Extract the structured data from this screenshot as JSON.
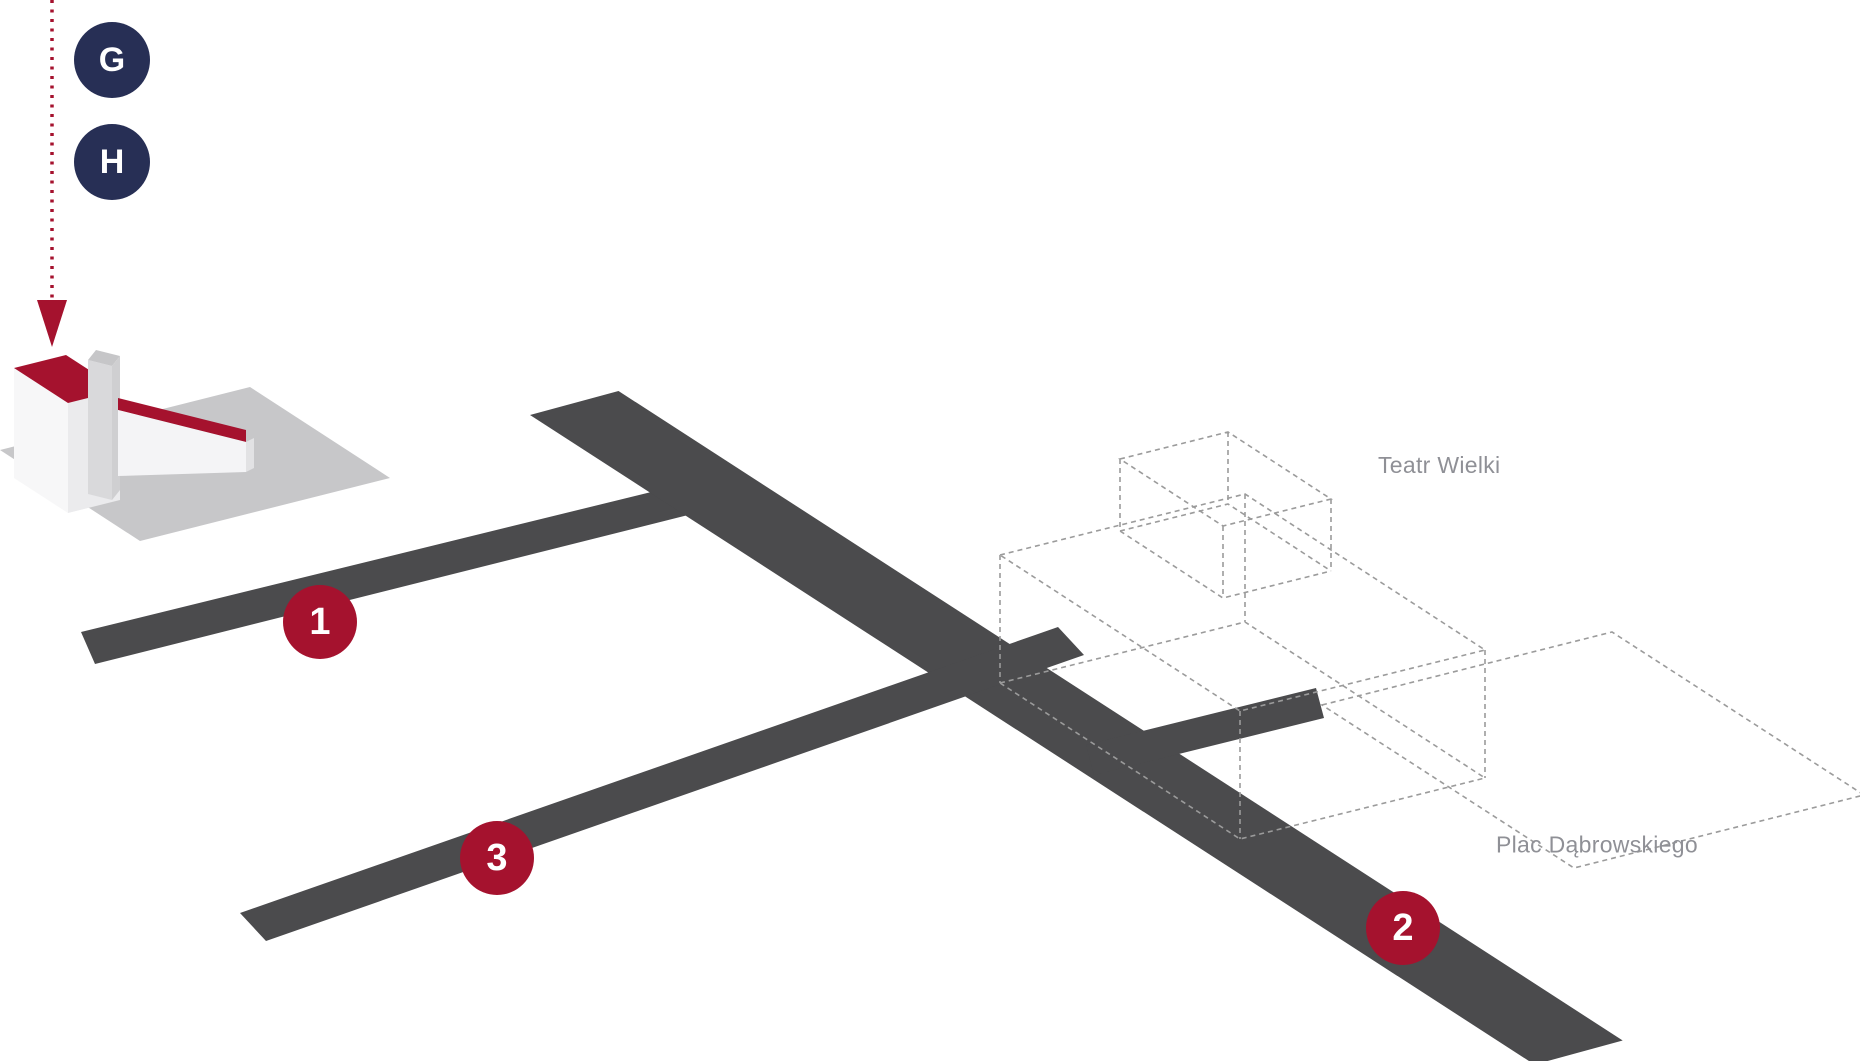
{
  "colors": {
    "accent": "#a5122e",
    "navy": "#272f55",
    "road": "#4b4b4d",
    "platform": "#c7c7c9",
    "wireframe": "#9b9b9b",
    "place-label": "#8f9096",
    "building-light": "#f7f7f8",
    "building-mid": "#ebebed",
    "building-tower": "#d9d9db",
    "building-tower-top": "#c6c6c8",
    "building-tower-side": "#cfcfd1",
    "building-wing": "#f4f4f6",
    "building-wing-end": "#e2e2e4"
  },
  "badges": {
    "top": "G",
    "bottom": "H"
  },
  "markers": {
    "one": "1",
    "two": "2",
    "three": "3"
  },
  "places": {
    "theatre": "Teatr Wielki",
    "square": "Plac Dąbrowskiego"
  }
}
